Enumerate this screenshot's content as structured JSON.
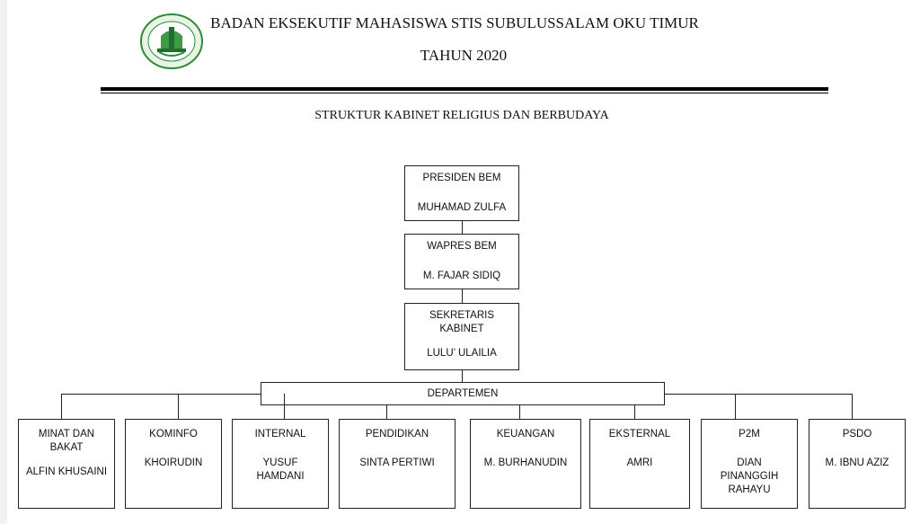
{
  "header": {
    "org_name": "BADAN EKSEKUTIF MAHASISWA STIS SUBULUSSALAM OKU TIMUR",
    "year": "TAHUN 2020",
    "structure_title": "STRUKTUR KABINET RELIGIUS DAN BERBUDAYA",
    "logo_color": "#2e8b3a"
  },
  "chain": [
    {
      "role": "PRESIDEN BEM",
      "name": "MUHAMAD ZULFA"
    },
    {
      "role": "WAPRES BEM",
      "name": "M. FAJAR SIDIQ"
    },
    {
      "role_line1": "SEKRETARIS",
      "role_line2": "KABINET",
      "name": "LULU’ ULAILIA"
    }
  ],
  "departemen_label": "DEPARTEMEN",
  "departments": [
    {
      "name_line1": "MINAT DAN",
      "name_line2": "BAKAT",
      "head_line1": "ALFIN KHUSAINI",
      "head_line2": "",
      "head_line3": ""
    },
    {
      "name_line1": "KOMINFO",
      "name_line2": "",
      "head_line1": "KHOIRUDIN",
      "head_line2": "",
      "head_line3": ""
    },
    {
      "name_line1": "INTERNAL",
      "name_line2": "",
      "head_line1": "YUSUF",
      "head_line2": "HAMDANI",
      "head_line3": ""
    },
    {
      "name_line1": "PENDIDIKAN",
      "name_line2": "",
      "head_line1": "SINTA PERTIWI",
      "head_line2": "",
      "head_line3": ""
    },
    {
      "name_line1": "KEUANGAN",
      "name_line2": "",
      "head_line1": "M. BURHANUDIN",
      "head_line2": "",
      "head_line3": ""
    },
    {
      "name_line1": "EKSTERNAL",
      "name_line2": "",
      "head_line1": "AMRI",
      "head_line2": "",
      "head_line3": ""
    },
    {
      "name_line1": "P2M",
      "name_line2": "",
      "head_line1": "DIAN",
      "head_line2": "PINANGGIH",
      "head_line3": "RAHAYU"
    },
    {
      "name_line1": "PSDO",
      "name_line2": "",
      "head_line1": "M. IBNU AZIZ",
      "head_line2": "",
      "head_line3": ""
    }
  ]
}
